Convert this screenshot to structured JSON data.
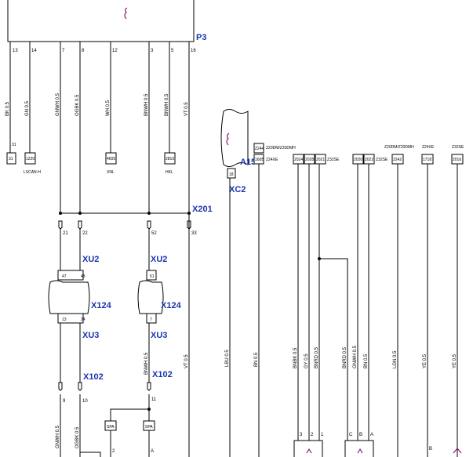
{
  "modules": {
    "p3": "P3",
    "a15": "A15",
    "xc2": "XC2",
    "x201": "X201",
    "xu2": "XU2",
    "xu3": "XU3",
    "x124": "X124",
    "x102": "X102"
  },
  "p3_pins": [
    "13",
    "14",
    "7",
    "8",
    "12",
    "3",
    "5",
    "16"
  ],
  "top_wires": [
    "BK 0.5",
    "GN 0.5",
    "GNWH 0.5",
    "OGBK 0.5",
    "WH 0.5",
    "BNWH 0.5",
    "BNWH 0.5",
    "VT 0.5"
  ],
  "ref_boxes": [
    "31",
    "1220",
    "4605",
    "2810"
  ],
  "ref_labels": [
    "LSCAN-H",
    "XNL",
    "HKL"
  ],
  "x201_pins": [
    "21",
    "22",
    "52",
    "33"
  ],
  "xu2_pins": [
    "47",
    "48",
    "51"
  ],
  "xu3_pins": [
    "13",
    "24",
    "7"
  ],
  "x102_pins": [
    "9",
    "10",
    "11"
  ],
  "mid_wires": [
    "BNWH 0.5",
    "VT 0.5"
  ],
  "bottom_wires": [
    "GNWH 0.5",
    "OGBK 0.5"
  ],
  "splices": [
    "SPA",
    "SPA"
  ],
  "bottom_pins": [
    "2",
    "A"
  ],
  "xc2_pin": "18",
  "right_codes": {
    "c1": [
      "Z244",
      "160B",
      "Z20DM/Z20DMH",
      "Z24XE"
    ],
    "c2": [
      "2024",
      "2028",
      "2021",
      "Z32SE"
    ],
    "c3": [
      "2020",
      "2022",
      "Z32SE"
    ],
    "c4": [
      "Z20DM/Z20DMH",
      "2242"
    ],
    "c5": [
      "Z24XE",
      "1718"
    ],
    "c6": [
      "Z32SE",
      "2016"
    ]
  },
  "right_wires": [
    "LBU 0.5",
    "BN 0.5",
    "BNBK 0.5",
    "GY 0.5",
    "BNRD 0.5",
    "BNRD 0.5",
    "GNWH 0.5",
    "BN 0.5",
    "LGN 0.5",
    "YE 0.5",
    "YE 0.5"
  ],
  "right_bottom_pins": [
    "3",
    "2",
    "1",
    "C",
    "B",
    "A",
    "B"
  ]
}
